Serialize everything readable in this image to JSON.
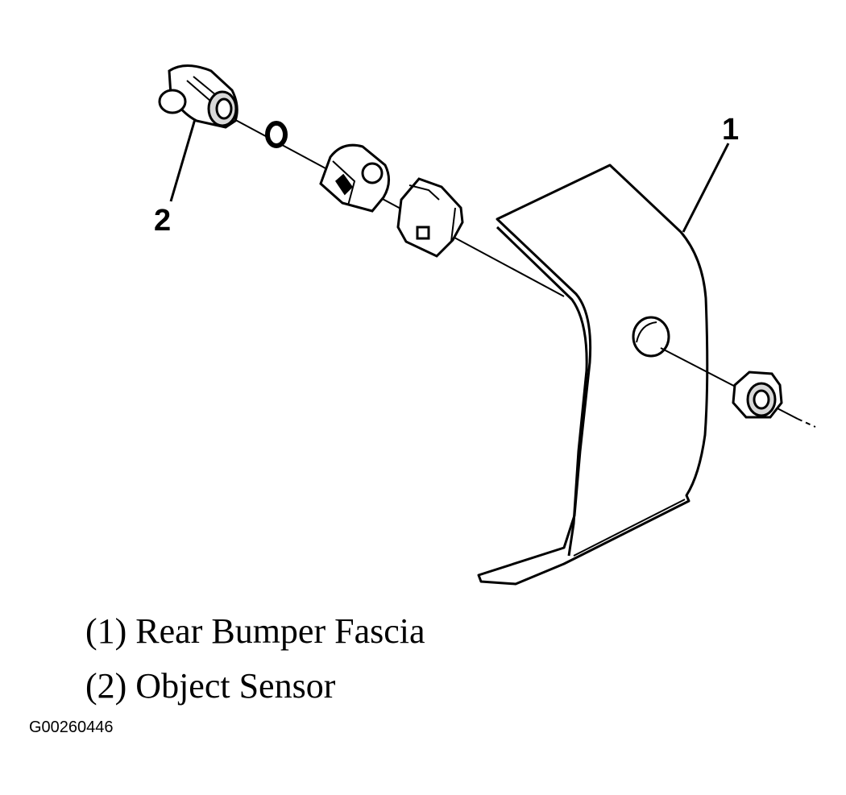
{
  "callouts": {
    "one": "1",
    "two": "2"
  },
  "legend": [
    {
      "text": "(1) Rear Bumper Fascia"
    },
    {
      "text": "(2) Object Sensor"
    }
  ],
  "figure_code": "G00260446"
}
